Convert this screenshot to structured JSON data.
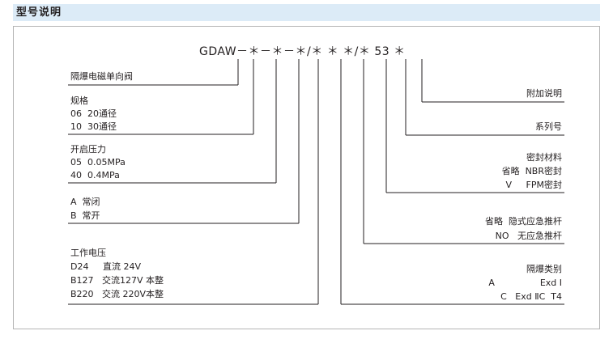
{
  "header": {
    "title": "型号说明"
  },
  "code": {
    "text": "GDAW－＊－＊－＊/＊ ＊ ＊/＊ 53 ＊"
  },
  "left": {
    "product": "隔爆电磁单向阀",
    "spec_title": "规格",
    "spec_1": "06  20通径",
    "spec_2": "10  30通径",
    "pressure_title": "开启压力",
    "pressure_1": "05  0.05MPa",
    "pressure_2": "40  0.4MPa",
    "state_1": "A  常闭",
    "state_2": "B  常开",
    "voltage_title": "工作电压",
    "voltage_1": "D24     直流 24V",
    "voltage_2": "B127   交流127V 本整",
    "voltage_3": "B220   交流 220V本整"
  },
  "right": {
    "extra": "附加说明",
    "series": "系列号",
    "seal_title": "密封材料",
    "seal_1": "省略  NBR密封",
    "seal_2": "V     FPM密封",
    "push_1": "省略  隐式应急推杆",
    "push_2": "NO   无应急推杆",
    "ex_title": "隔爆类别",
    "ex_1": "A                Exd Ⅰ",
    "ex_2": "C   Exd ⅡC  T4"
  }
}
